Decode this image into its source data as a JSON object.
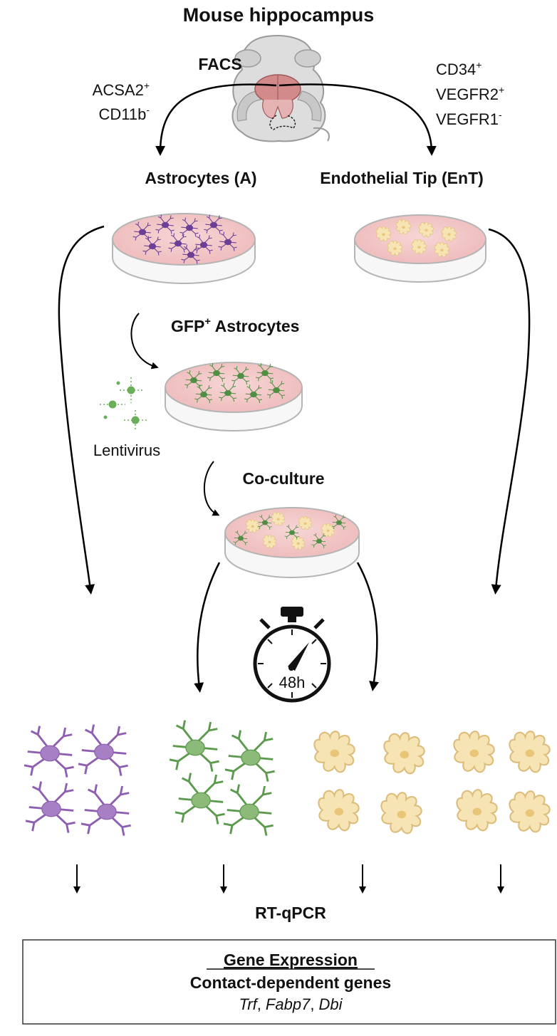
{
  "diagram": {
    "title": "Mouse hippocampus",
    "facs_label": "FACS",
    "left_markers": {
      "line1": "ACSA2",
      "line1_sup": "+",
      "line2": "CD11b",
      "line2_sup": "-"
    },
    "right_markers": {
      "line1": "CD34",
      "line1_sup": "+",
      "line2": "VEGFR2",
      "line2_sup": "+",
      "line3": "VEGFR1",
      "line3_sup": "-"
    },
    "astrocytes_label": "Astrocytes (A)",
    "endothelial_label": "Endothelial Tip (EnT)",
    "gfp_label": "GFP",
    "gfp_sup": "+",
    "gfp_suffix": " Astrocytes",
    "lentivirus_label": "Lentivirus",
    "coculture_label": "Co-culture",
    "timer_label": "48h",
    "rtqpcr_label": "RT-qPCR",
    "box": {
      "heading": "Gene Expression",
      "subheading": "Contact-dependent genes",
      "gene1": "Trf",
      "gene_sep1": ", ",
      "gene2": "Fabp7",
      "gene_sep2": ", ",
      "gene3": "Dbi"
    },
    "colors": {
      "astrocyte": "#8e5fb0",
      "astrocyte_fill": "#a67fc4",
      "gfp": "#5c9a4e",
      "gfp_fill": "#8cba78",
      "endothelial": "#f1d9a8",
      "endothelial_stroke": "#dcbd7c",
      "dish_media": "#f4c9c9",
      "arrow": "#000000"
    },
    "icons": [
      "mouse-icon",
      "petri-dish-icon",
      "lentivirus-icon",
      "stopwatch-icon",
      "astrocyte-cell-icon",
      "endothelial-cell-icon"
    ]
  }
}
